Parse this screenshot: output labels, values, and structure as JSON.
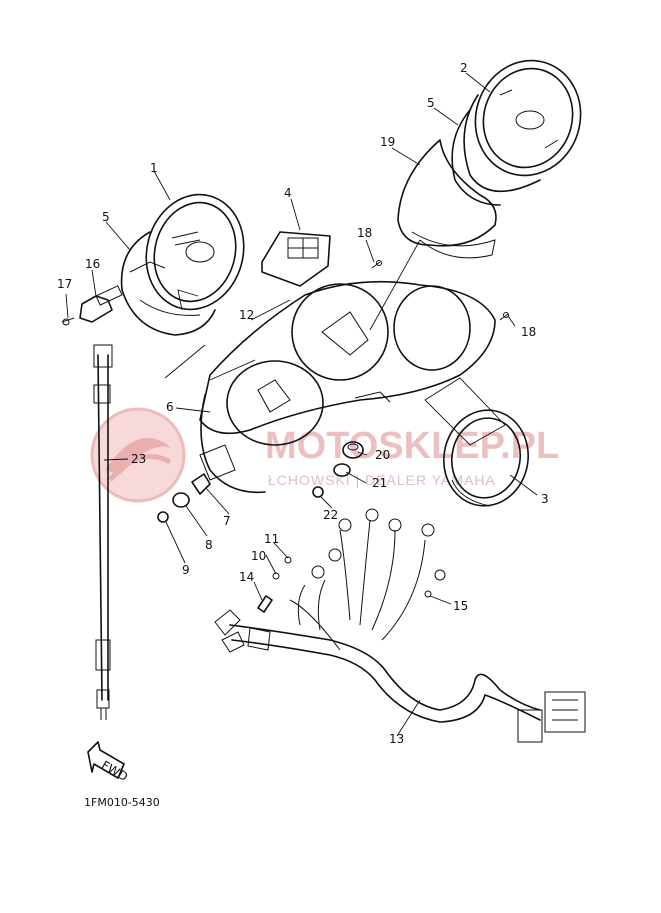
{
  "watermark": {
    "brand": "MOTOSKLEP.PL",
    "tagline": "ŁCHOWSKI | DEALER YAMAHA"
  },
  "callouts": [
    "1",
    "2",
    "3",
    "4",
    "5",
    "5",
    "6",
    "7",
    "8",
    "9",
    "10",
    "11",
    "12",
    "13",
    "14",
    "15",
    "16",
    "17",
    "18",
    "18",
    "19",
    "20",
    "21",
    "22",
    "23"
  ],
  "direction_arrow": "FWD",
  "drawing_code": "1FM010-5430",
  "colors": {
    "line": "#111111",
    "watermark": "#e9b6b6",
    "background": "#ffffff"
  }
}
